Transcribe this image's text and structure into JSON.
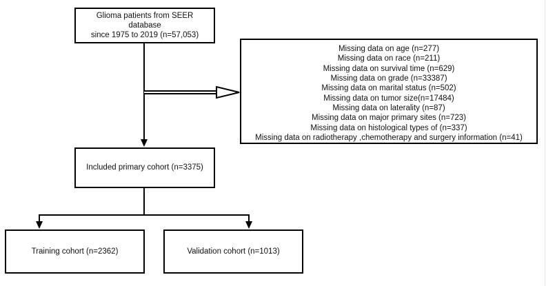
{
  "diagram": {
    "title": "Glioma SEER cohort selection flow diagram",
    "background_color": "#ffffff",
    "line_color": "#000000",
    "text_color": "#111111"
  },
  "nodes": {
    "source": {
      "text": "Glioma patients from SEER\ndatabase\nsince 1975 to 2019 (n=57,053)"
    },
    "included": {
      "text": "Included primary cohort (n=3375)"
    },
    "training": {
      "text": "Training cohort (n=2362)"
    },
    "validation": {
      "text": "Validation cohort (n=1013)"
    },
    "excluded": {
      "text": "Missing data on age (n=277)\nMissing data on race (n=211)\nMissing data on survival time (n=629)\nMissing data on grade (n=33387)\nMissing data on marital status (n=502)\nMissing data on tumor size(n=17484)\nMissing data on laterality (n=87)\nMissing data on major primary sites (n=723)\nMissing data on histological types of (n=337)\nMissing data on radiotherapy ,chemotherapy and surgery information (n=41)",
      "lines": [
        "Missing data on age (n=277)",
        "Missing data on race (n=211)",
        "Missing data on survival time (n=629)",
        "Missing data on grade (n=33387)",
        "Missing data on marital status (n=502)",
        "Missing data on tumor size(n=17484)",
        "Missing data on laterality (n=87)",
        "Missing data on major primary sites (n=723)",
        "Missing data on histological types of (n=337)",
        "Missing data on radiotherapy ,chemotherapy and surgery information (n=41)"
      ]
    }
  },
  "connectors": {
    "source_to_included": {
      "style": "solid-line-filled-arrow"
    },
    "source_to_excluded": {
      "style": "double-line-hollow-arrow"
    },
    "included_to_training": {
      "style": "solid-line-filled-arrow"
    },
    "included_to_validation": {
      "style": "solid-line-filled-arrow"
    }
  }
}
